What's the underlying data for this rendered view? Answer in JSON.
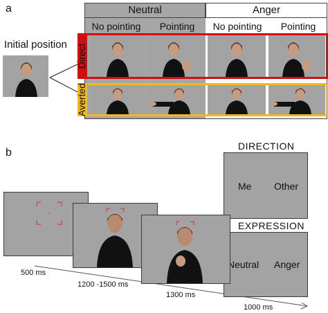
{
  "panel_a": {
    "letter": "a",
    "initial_position_label": "Initial position",
    "emotion_headers": [
      "Neutral",
      "Anger"
    ],
    "column_labels": [
      "No pointing",
      "Pointing",
      "No pointing",
      "Pointing"
    ],
    "row_labels": [
      "Direct",
      "Averted"
    ],
    "row_colors": [
      "#d01010",
      "#f2b81c"
    ]
  },
  "panel_b": {
    "letter": "b",
    "direction_title": "DIRECTION",
    "direction_options": [
      "Me",
      "Other"
    ],
    "expression_title": "EXPRESSION",
    "expression_options": [
      "Neutral",
      "Anger"
    ],
    "timings": [
      "500 ms",
      "1200 -1500 ms",
      "1300 ms",
      "1000 ms"
    ]
  }
}
